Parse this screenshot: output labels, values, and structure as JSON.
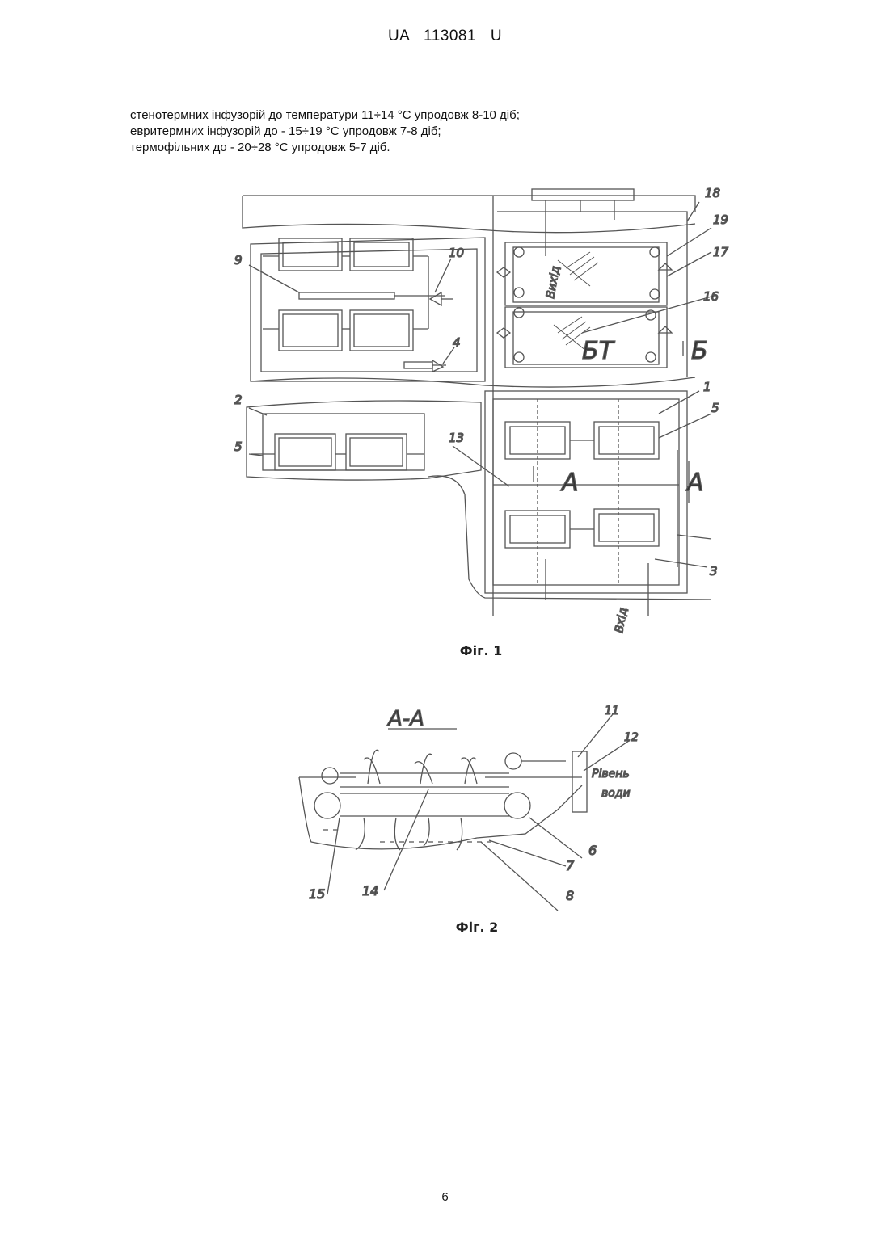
{
  "header": {
    "patent_id": "UA 113081 U"
  },
  "body_text": {
    "lines": [
      "стенотермних інфузорій до температури 11÷14 °С упродовж 8-10 діб;",
      "евритермних інфузорій до - 15÷19 °С упродовж 7-8 діб;",
      "термофільних до - 20÷28 °С упродовж 5-7 діб."
    ]
  },
  "figure1": {
    "caption": "Фіг. 1",
    "labels": {
      "l18": "18",
      "l19": "19",
      "l17": "17",
      "l16": "16",
      "l9": "9",
      "l10": "10",
      "l4": "4",
      "l2": "2",
      "l5a": "5",
      "l13": "13",
      "l1": "1",
      "l5b": "5",
      "l3": "3",
      "vykhid": "Вихід",
      "bt": "БТ",
      "b": "Б",
      "a_mid": "А",
      "a_right": "А",
      "vkhid": "Вхід"
    }
  },
  "figure2": {
    "caption": "Фіг. 2",
    "labels": {
      "section": "А-А",
      "l11": "11",
      "l12": "12",
      "riven": "Рівень",
      "vody": "води",
      "l6a": "6",
      "l7": "7",
      "l8": "8",
      "l14": "14",
      "l15": "15"
    }
  },
  "footer": {
    "page_number": "6"
  }
}
